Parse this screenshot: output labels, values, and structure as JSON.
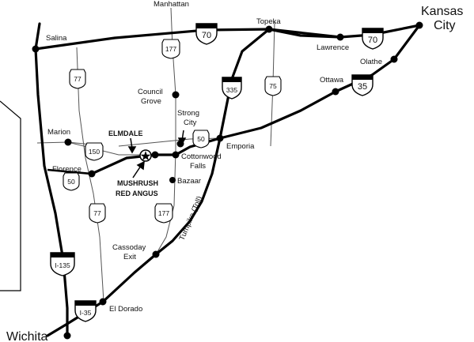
{
  "cities": {
    "manhattan": "Manhattan",
    "salina": "Salina",
    "topeka": "Topeka",
    "kansas": "Kansas",
    "city": "City",
    "lawrence": "Lawrence",
    "olathe": "Olathe",
    "ottawa": "Ottawa",
    "council1": "Council",
    "council2": "Grove",
    "strong1": "Strong",
    "strong2": "City",
    "marion": "Marion",
    "elmdale": "ELMDALE",
    "emporia": "Emporia",
    "florence": "Florence",
    "cottonwood1": "Cottonwood",
    "cottonwood2": "Falls",
    "mushrush1": "MUSHRUSH",
    "mushrush2": "RED ANGUS",
    "bazaar": "Bazaar",
    "cassoday1": "Cassoday",
    "cassoday2": "Exit",
    "eldorado": "El Dorado",
    "wichita": "Wichita",
    "turnpike": "Turnpike (Toll)"
  },
  "shields": {
    "i70_west": "70",
    "i70_east": "70",
    "i335": "335",
    "i35_north": "35",
    "i35_south": "I-35",
    "i135": "I-135",
    "us77_north": "77",
    "us77_south": "77",
    "us177_north": "177",
    "us177_south": "177",
    "us75": "75",
    "us50_west": "50",
    "us50_east": "50",
    "us150": "150"
  }
}
